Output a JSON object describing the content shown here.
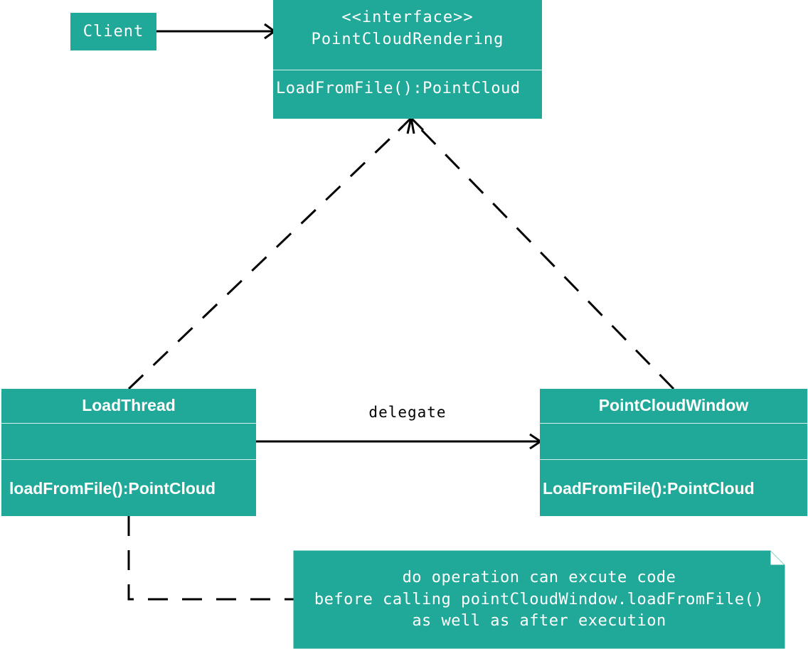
{
  "colors": {
    "box_fill": "#20a898",
    "text": "#ffffff",
    "edge": "#000000"
  },
  "client": {
    "label": "Client"
  },
  "interface": {
    "stereotype": "<<interface>>",
    "name": "PointCloudRendering",
    "method": "LoadFromFile():PointCloud"
  },
  "load_thread": {
    "name": "LoadThread",
    "method": "loadFromFile():PointCloud"
  },
  "point_cloud_window": {
    "name": "PointCloudWindow",
    "method": "LoadFromFile():PointCloud"
  },
  "delegate_edge": {
    "label": "delegate"
  },
  "note": {
    "lines": [
      "do operation can excute code",
      "before calling pointCloudWindow.loadFromFile()",
      "as well as after execution"
    ]
  }
}
